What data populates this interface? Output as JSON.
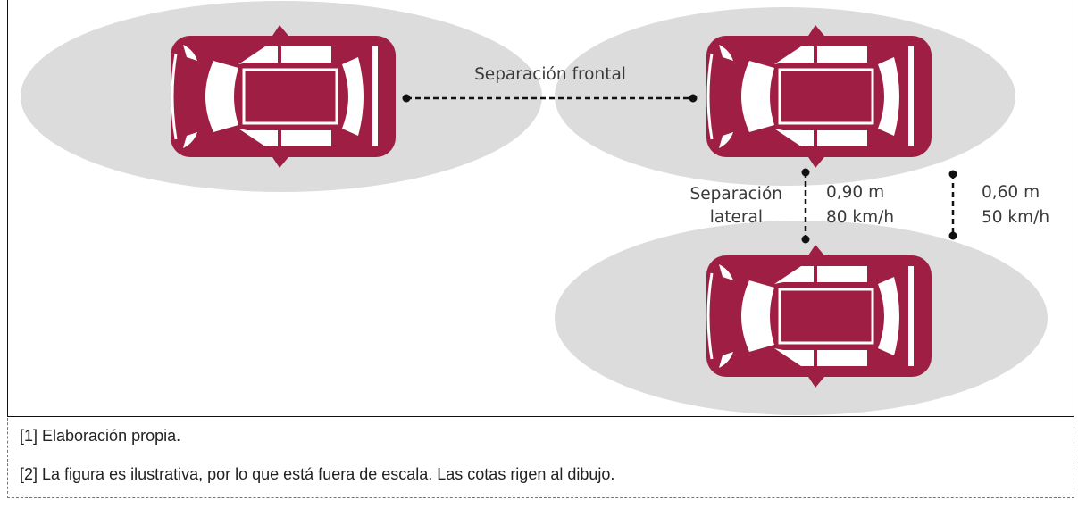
{
  "diagram": {
    "front_label": "Separación frontal",
    "lateral_label_line1": "Separación",
    "lateral_label_line2": "lateral",
    "measure_a": {
      "distance": "0,90 m",
      "speed": "80 km/h"
    },
    "measure_b": {
      "distance": "0,60 m",
      "speed": "50 km/h"
    },
    "colors": {
      "car": "#9e1f43",
      "zone": "#dcdcdc",
      "line": "#111111"
    }
  },
  "notes": [
    "[1] Elaboración propia.",
    "[2] La figura es ilustrativa, por lo que está fuera de escala. Las cotas rigen al dibujo."
  ]
}
